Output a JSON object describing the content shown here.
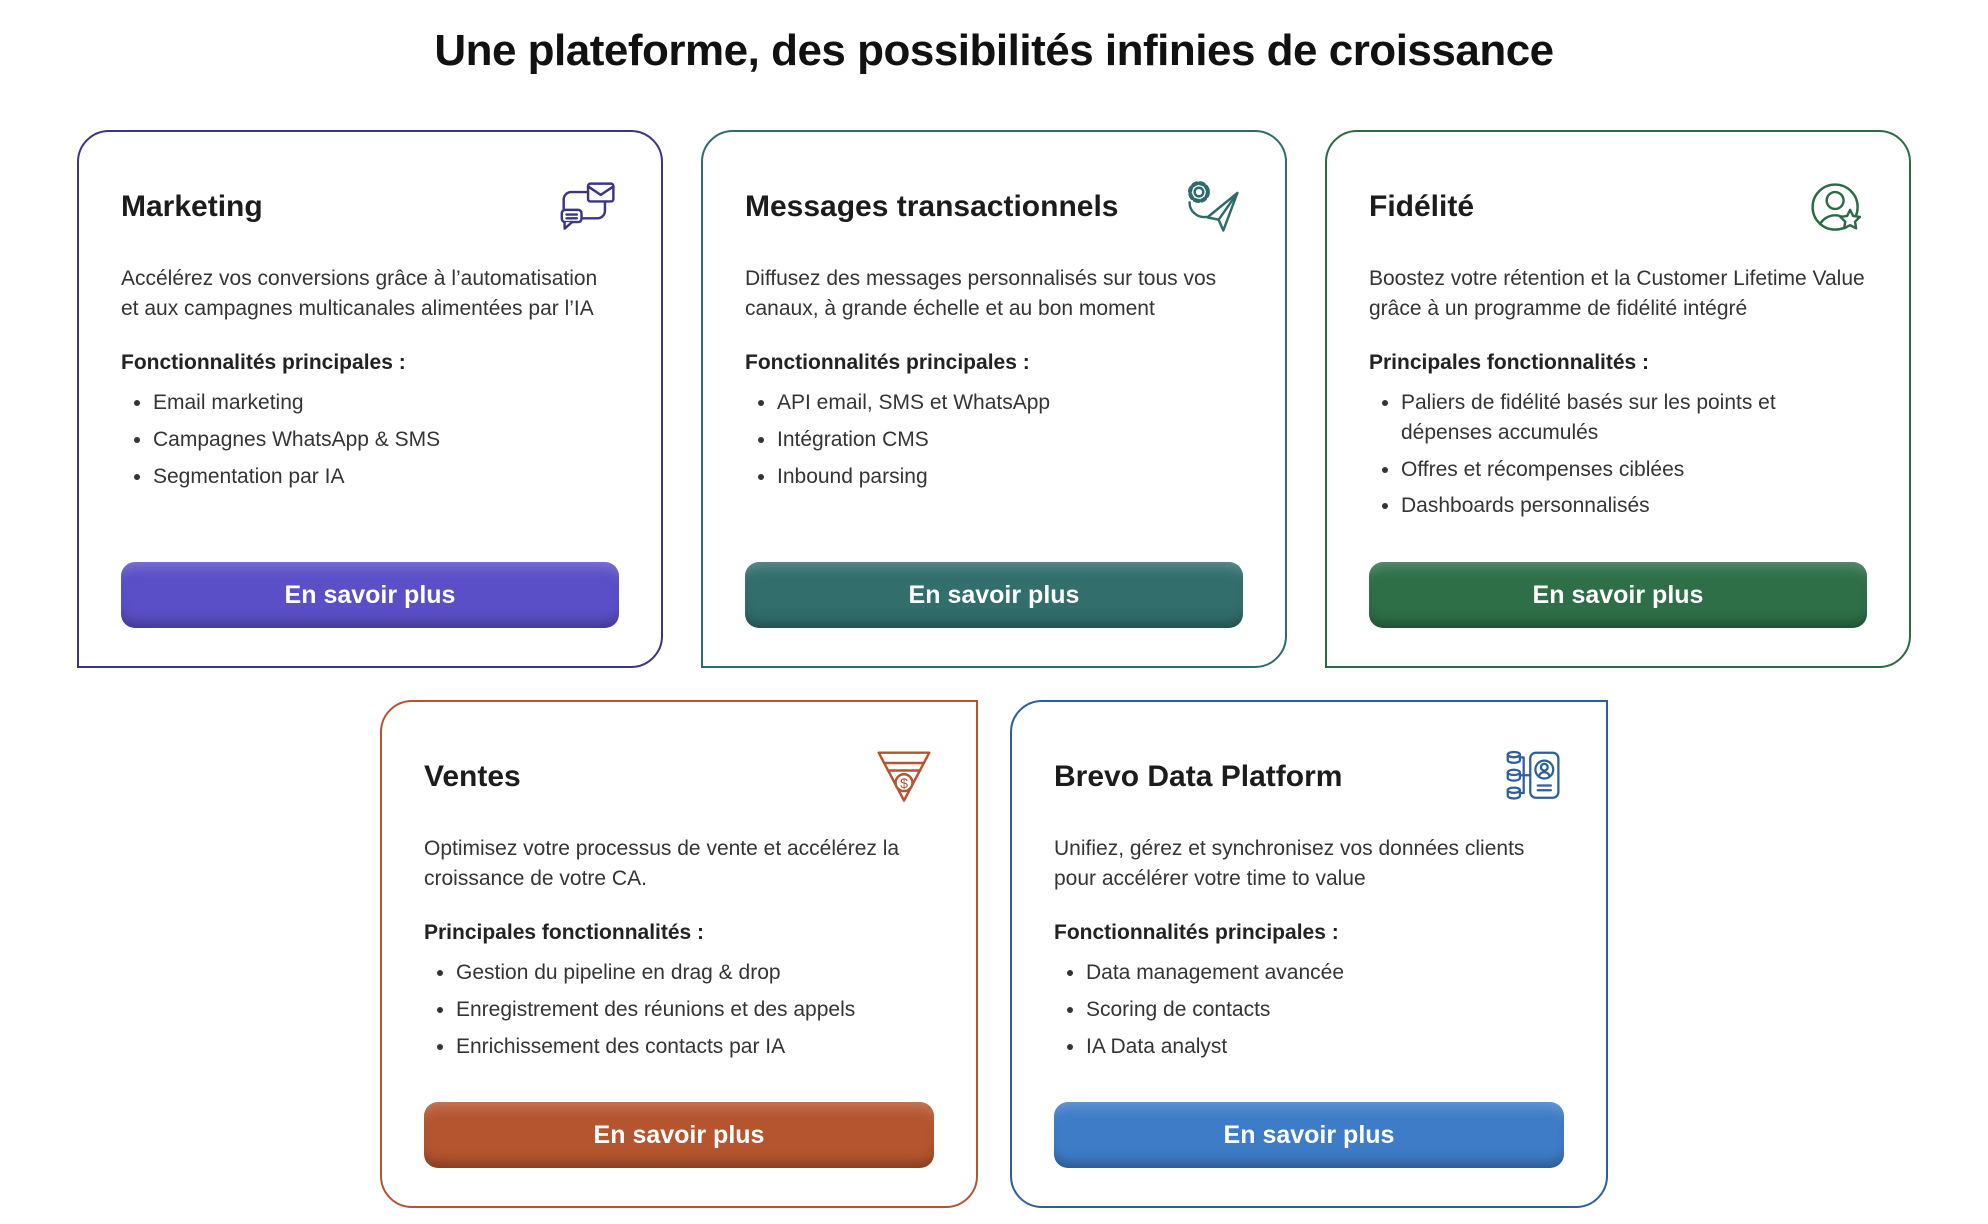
{
  "page": {
    "title": "Une plateforme, des possibilités infinies de croissance"
  },
  "cards": [
    {
      "id": "marketing",
      "title": "Marketing",
      "icon": "marketing-campaigns-icon",
      "description": "Accélérez vos conversions grâce à l’automatisation et aux campagnes multicanales alimentées par l’IA",
      "features_label": "Fonctionnalités principales :",
      "features": [
        "Email marketing",
        "Campagnes WhatsApp & SMS",
        "Segmentation par IA"
      ],
      "button_label": "En savoir plus",
      "accent_color": "#3b3583",
      "button_color": "#5a4fc6"
    },
    {
      "id": "messages-transactionnels",
      "title": "Messages transactionnels",
      "icon": "transactional-messages-icon",
      "description": "Diffusez des messages personnalisés sur tous vos canaux, à grande échelle et au bon moment",
      "features_label": "Fonctionnalités principales :",
      "features": [
        "API email, SMS et WhatsApp",
        "Intégration CMS",
        "Inbound parsing"
      ],
      "button_label": "En savoir plus",
      "accent_color": "#2e6b6a",
      "button_color": "#316e6c"
    },
    {
      "id": "fidelite",
      "title": "Fidélité",
      "icon": "loyalty-icon",
      "description": "Boostez votre rétention et la Customer Lifetime Value grâce à un programme de fidélité intégré",
      "features_label": "Principales fonctionnalités :",
      "features": [
        "Paliers de fidélité basés sur les points et dépenses accumulés",
        "Offres et récompenses ciblées",
        "Dashboards personnalisés"
      ],
      "button_label": "En savoir plus",
      "accent_color": "#2c6a45",
      "button_color": "#2e6f48"
    },
    {
      "id": "ventes",
      "title": "Ventes",
      "icon": "sales-funnel-icon",
      "description": "Optimisez votre processus de vente et accélérez la croissance de votre CA.",
      "features_label": "Principales fonctionnalités :",
      "features": [
        "Gestion du pipeline en drag & drop",
        "Enregistrement des réunions et des appels",
        "Enrichissement des contacts par IA"
      ],
      "button_label": "En savoir plus",
      "accent_color": "#b45430",
      "button_color": "#b5552f"
    },
    {
      "id": "brevo-data-platform",
      "title": "Brevo Data Platform",
      "icon": "data-platform-icon",
      "description": "Unifiez, gérez et synchronisez vos données clients pour accélérer votre time to value",
      "features_label": "Fonctionnalités principales :",
      "features": [
        "Data management avancée",
        "Scoring de contacts",
        "IA Data analyst"
      ],
      "button_label": "En savoir plus",
      "accent_color": "#2d5f9f",
      "button_color": "#3e7cc7"
    }
  ]
}
